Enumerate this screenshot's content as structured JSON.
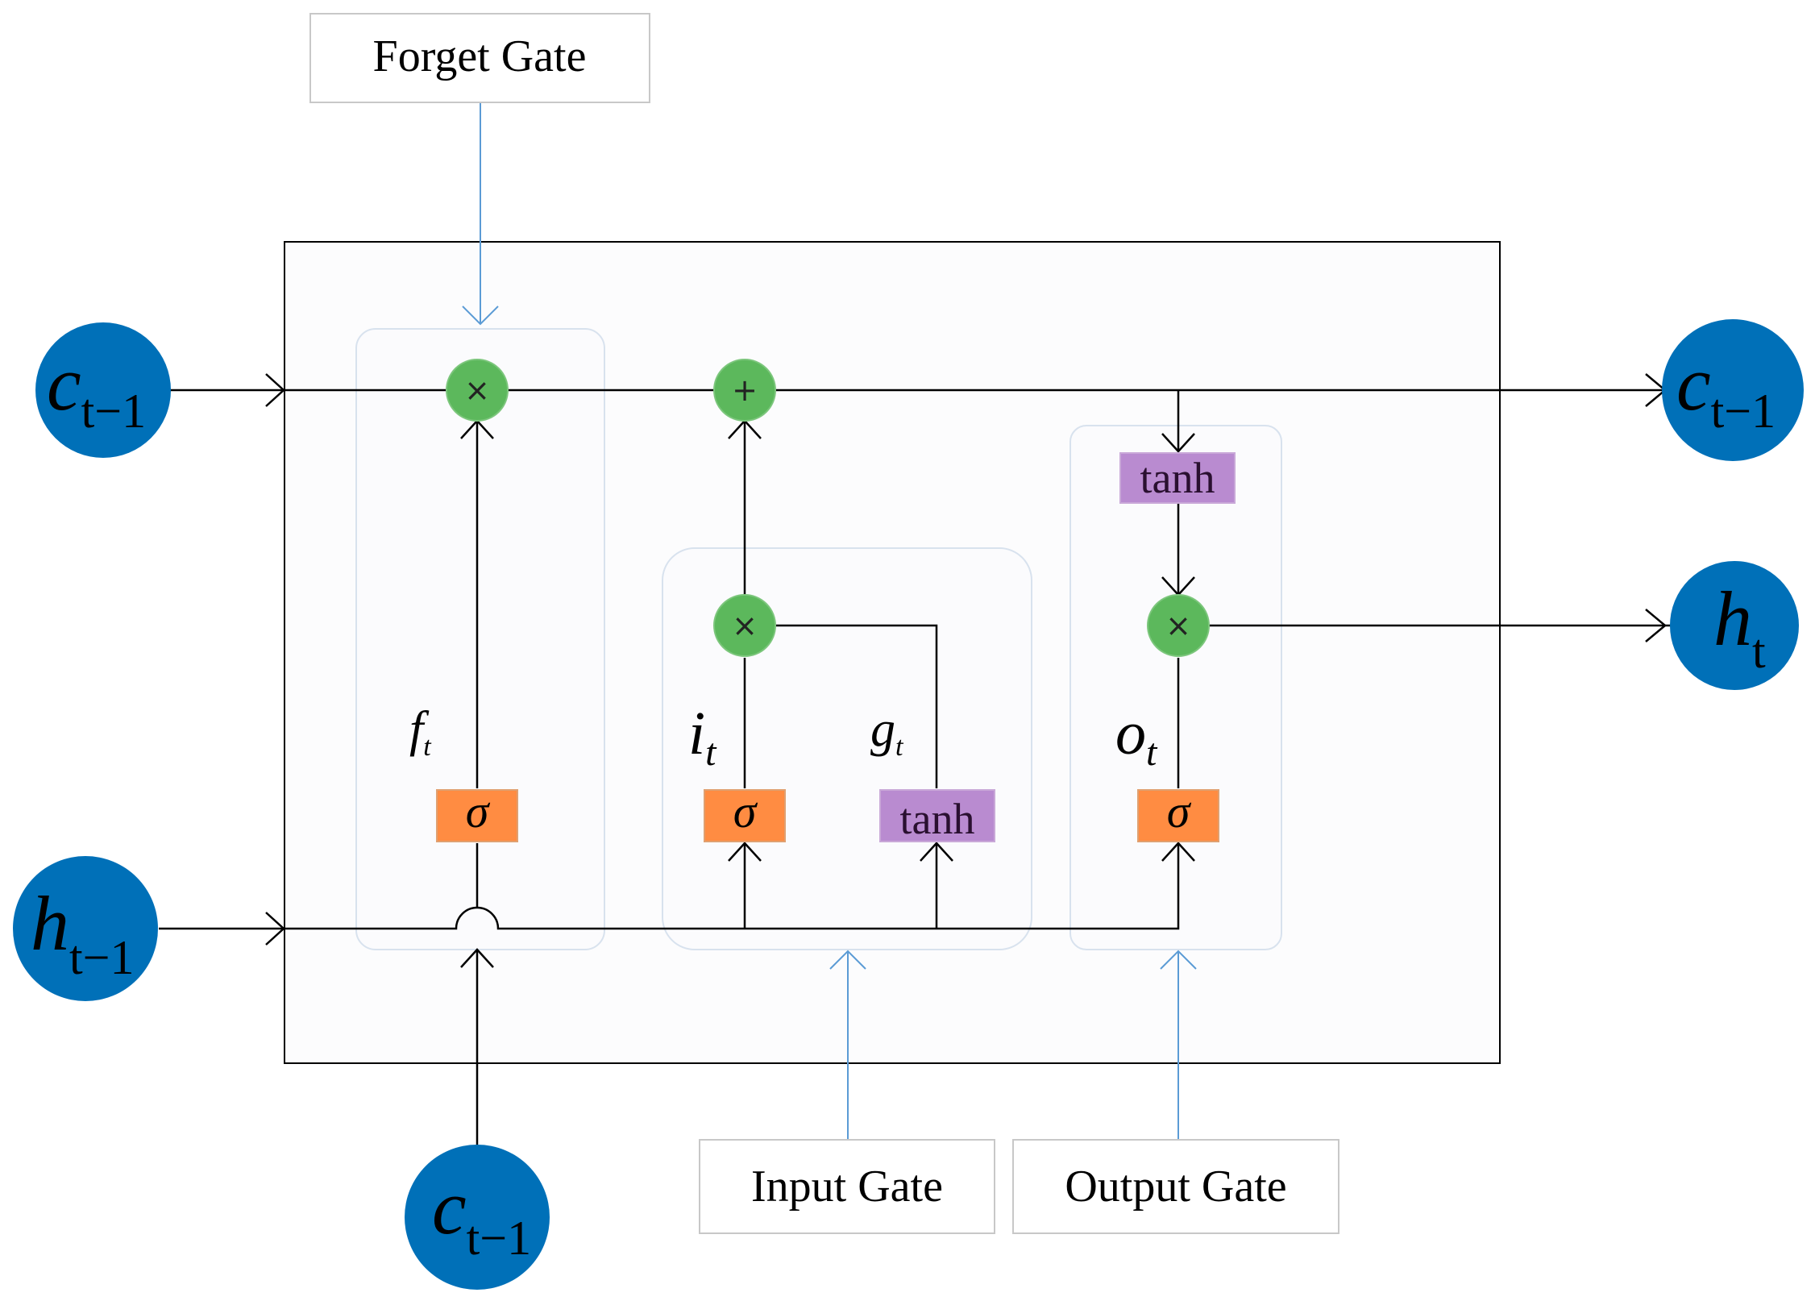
{
  "gates": {
    "forget": "Forget Gate",
    "input": "Input Gate",
    "output": "Output Gate"
  },
  "nodes": {
    "c_prev_left": {
      "main": "c",
      "sub": "t−1"
    },
    "h_prev_left": {
      "main": "h",
      "sub": "t−1"
    },
    "c_prev_bottom": {
      "main": "c",
      "sub": "t−1"
    },
    "c_out": {
      "main": "c",
      "sub": "t−1"
    },
    "h_out": {
      "main": "h",
      "sub": "t"
    }
  },
  "labels": {
    "f": {
      "main": "f",
      "sub": "t"
    },
    "i": {
      "main": "i",
      "sub": "t"
    },
    "g": {
      "main": "g",
      "sub": "t"
    },
    "o": {
      "main": "o",
      "sub": "t"
    }
  },
  "ops": {
    "multiply": "×",
    "add": "+",
    "sigma": "σ",
    "tanh": "tanh"
  },
  "colors": {
    "node_blue": "#0070b8",
    "op_green": "#5cb85c",
    "sigma_orange": "#ff8c42",
    "tanh_purple": "#b98bd0",
    "gate_arrow": "#5b9bd5"
  }
}
